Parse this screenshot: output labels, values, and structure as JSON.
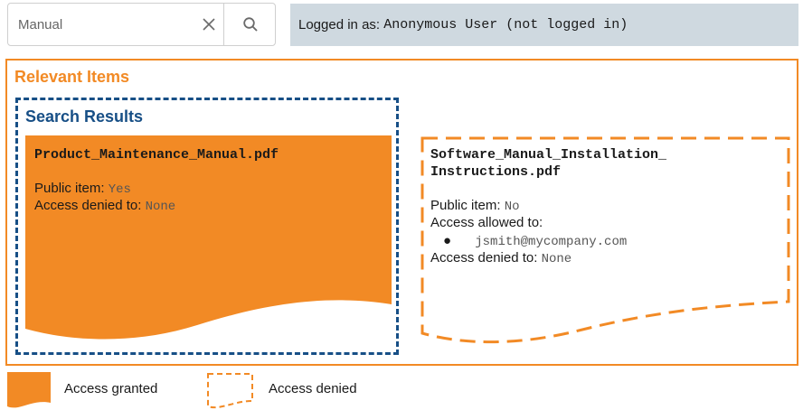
{
  "search": {
    "value": "Manual",
    "clear_icon": "close-icon",
    "search_icon": "search-icon"
  },
  "login": {
    "label": "Logged in as:",
    "user": "Anonymous User (not logged in)"
  },
  "relevant": {
    "title": "Relevant Items",
    "color": "#f28a25"
  },
  "results": {
    "title": "Search Results",
    "color": "#174f86"
  },
  "items": [
    {
      "name": "Product_Maintenance_Manual.pdf",
      "public_label": "Public item:",
      "public_value": "Yes",
      "denied_label": "Access denied to:",
      "denied_value": "None",
      "access": "granted"
    },
    {
      "name_line1": "Software_Manual_Installation_",
      "name_line2": "Instructions.pdf",
      "public_label": "Public item:",
      "public_value": "No",
      "allowed_label": "Access allowed to:",
      "allowed_users": [
        "jsmith@mycompany.com"
      ],
      "denied_label": "Access denied to:",
      "denied_value": "None",
      "access": "denied"
    }
  ],
  "legend": {
    "granted": "Access granted",
    "denied": "Access denied"
  }
}
